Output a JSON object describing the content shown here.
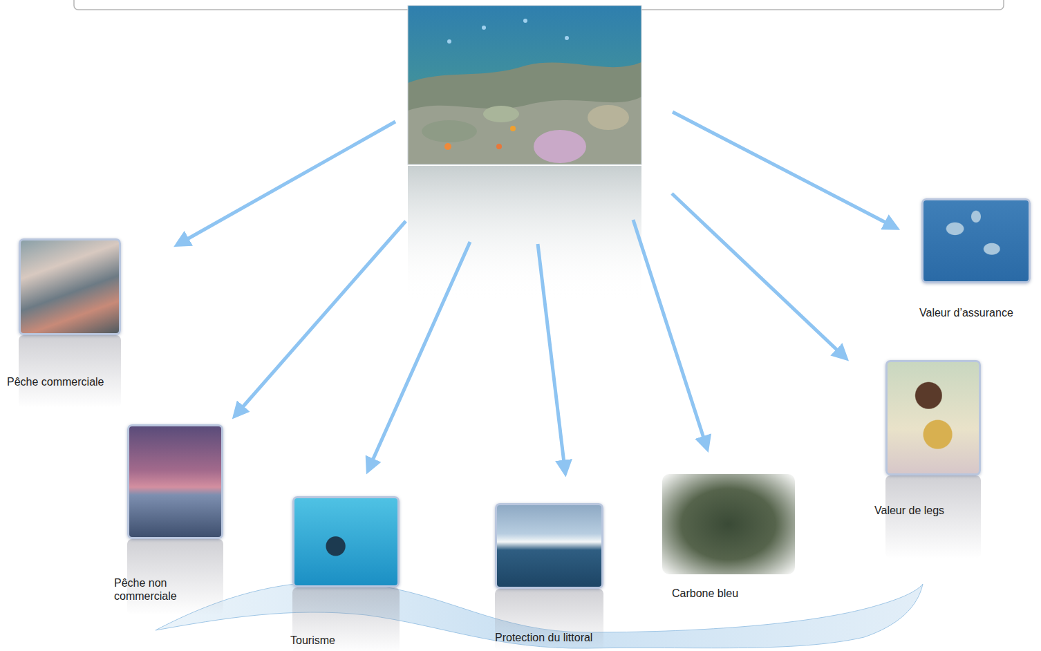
{
  "diagram": {
    "nodes": [
      {
        "text": [
          "Pêche commerciale"
        ]
      },
      {
        "text": [
          "Pêche non commerciale"
        ]
      },
      {
        "text": [
          "Tourisme"
        ]
      },
      {
        "text": [
          "Protection du littoral"
        ]
      },
      {
        "text": [
          "Carbone bleu"
        ]
      },
      {
        "text": [
          "Valeur de legs"
        ]
      },
      {
        "text": [
          "Valeur d’assurance"
        ]
      }
    ]
  }
}
